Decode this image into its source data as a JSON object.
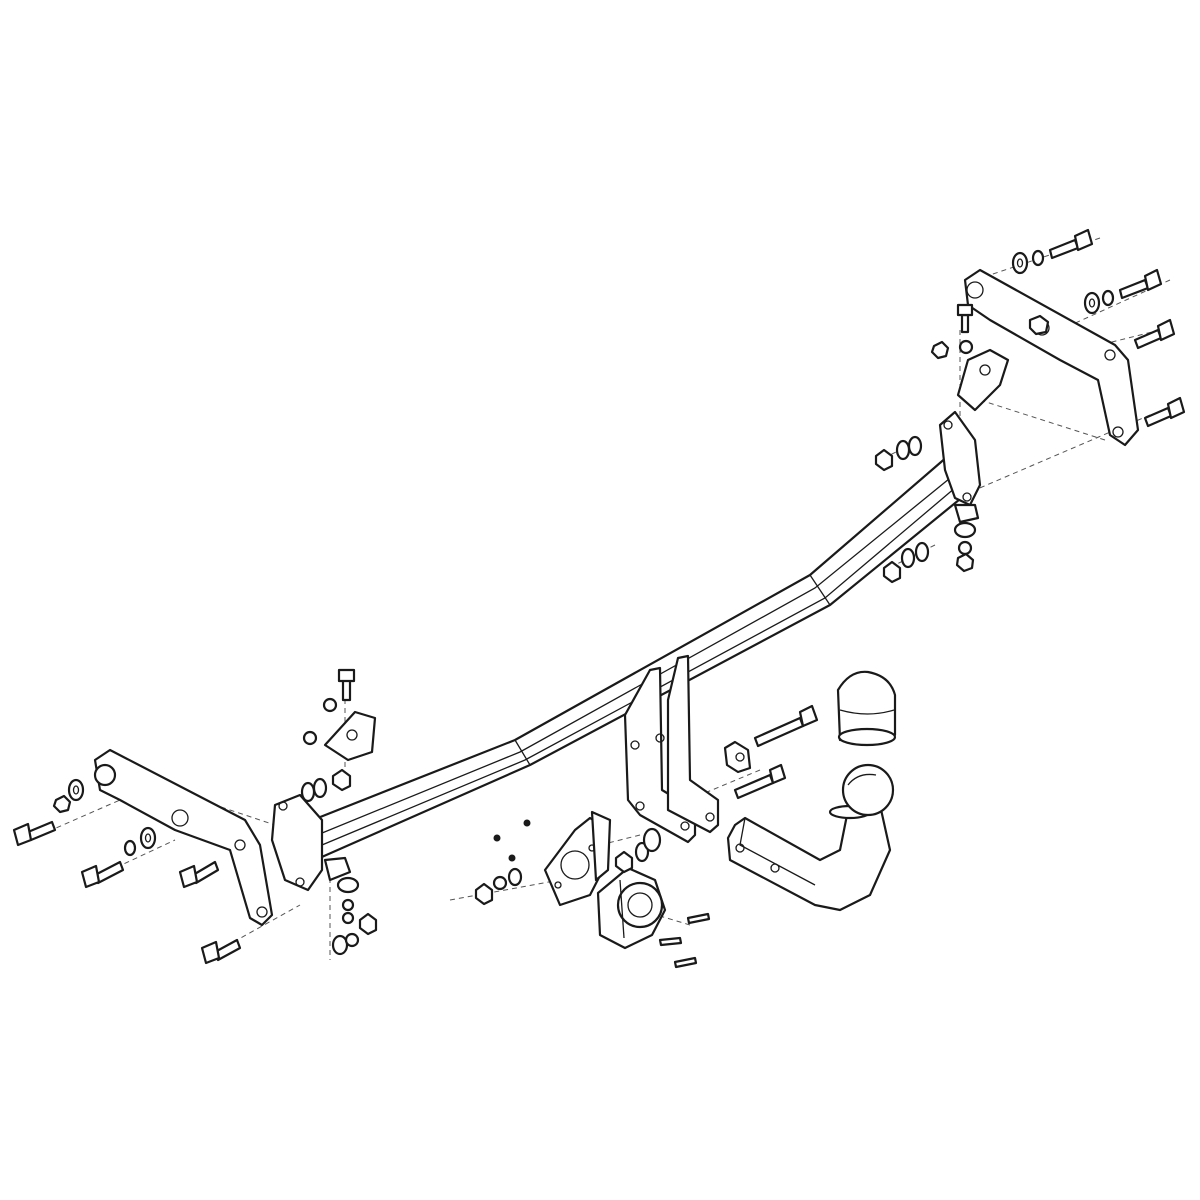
{
  "diagram": {
    "type": "exploded-assembly",
    "components": [
      "crossbar",
      "left-bracket",
      "right-bracket",
      "center-mount",
      "tow-ball-arm",
      "ball-cover",
      "socket-plate",
      "electrical-socket",
      "bolts",
      "washers",
      "nuts"
    ]
  },
  "colors": {
    "line": "#1a1a1a",
    "background": "#ffffff"
  }
}
